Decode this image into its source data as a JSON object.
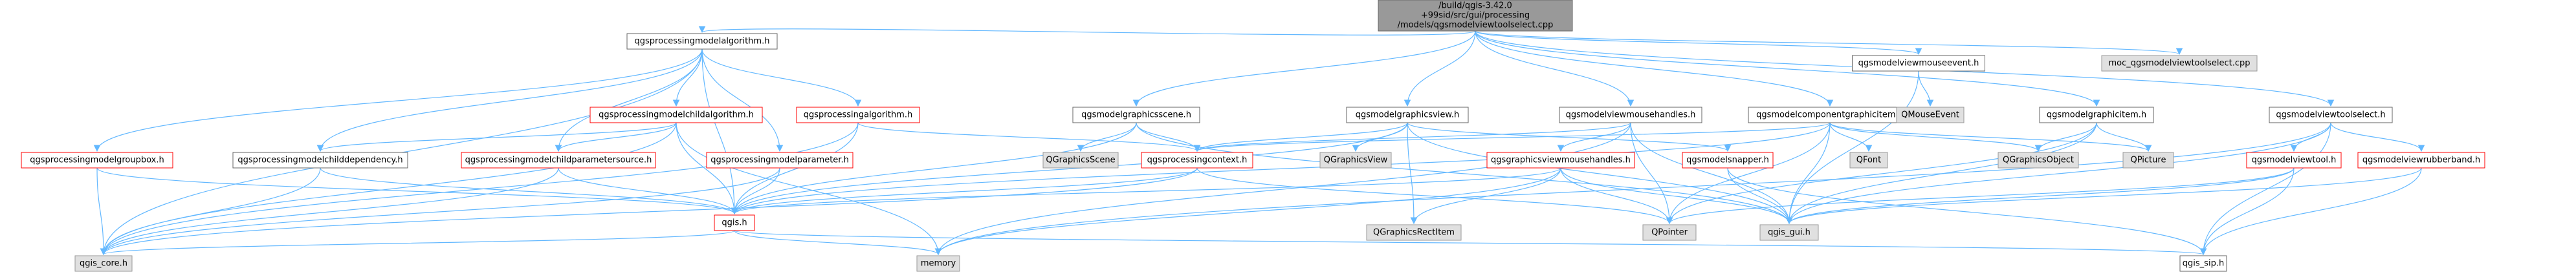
{
  "colors": {
    "edge": "#63b8ff",
    "root_fill": "#999999",
    "normal_fill": "#ffffff",
    "external_fill": "#e0e0e0",
    "normal_stroke": "#666666",
    "red_stroke": "#ff0000",
    "external_stroke": "#999999"
  },
  "nodes": [
    {
      "id": "root",
      "kind": "root",
      "lines": [
        "/build/qgis-3.42.0",
        "+99sid/src/gui/processing",
        "/models/qgsmodelviewtoolselect.cpp"
      ]
    },
    {
      "id": "algo",
      "kind": "normal",
      "lines": [
        "qgsprocessingmodelalgorithm.h"
      ]
    },
    {
      "id": "gscene",
      "kind": "normal",
      "lines": [
        "qgsmodelgraphicsscene.h"
      ]
    },
    {
      "id": "gview",
      "kind": "normal",
      "lines": [
        "qgsmodelgraphicsview.h"
      ]
    },
    {
      "id": "mhandles",
      "kind": "normal",
      "lines": [
        "qgsmodelviewmousehandles.h"
      ]
    },
    {
      "id": "compitem",
      "kind": "normal",
      "lines": [
        "qgsmodelcomponentgraphicitem.h"
      ]
    },
    {
      "id": "mevent",
      "kind": "normal",
      "lines": [
        "qgsmodelviewmouseevent.h"
      ]
    },
    {
      "id": "gitem",
      "kind": "normal",
      "lines": [
        "qgsmodelgraphicitem.h"
      ]
    },
    {
      "id": "mocfile",
      "kind": "external",
      "lines": [
        "moc_qgsmodelviewtoolselect.cpp"
      ]
    },
    {
      "id": "toolselect",
      "kind": "normal",
      "lines": [
        "qgsmodelviewtoolselect.h"
      ]
    },
    {
      "id": "childalgo",
      "kind": "red",
      "lines": [
        "qgsprocessingmodelchildalgorithm.h"
      ]
    },
    {
      "id": "procalgo",
      "kind": "red",
      "lines": [
        "qgsprocessingalgorithm.h"
      ]
    },
    {
      "id": "groupbox",
      "kind": "red",
      "lines": [
        "qgsprocessingmodelgroupbox.h"
      ]
    },
    {
      "id": "childdep",
      "kind": "normal",
      "lines": [
        "qgsprocessingmodelchilddependency.h"
      ]
    },
    {
      "id": "childparam",
      "kind": "red",
      "lines": [
        "qgsprocessingmodelchildparametersource.h"
      ]
    },
    {
      "id": "modelparam",
      "kind": "red",
      "lines": [
        "qgsprocessingmodelparameter.h"
      ]
    },
    {
      "id": "qgsceneQ",
      "kind": "external",
      "lines": [
        "QGraphicsScene"
      ]
    },
    {
      "id": "proccontext",
      "kind": "red",
      "lines": [
        "qgsprocessingcontext.h"
      ]
    },
    {
      "id": "qgview",
      "kind": "external",
      "lines": [
        "QGraphicsView"
      ]
    },
    {
      "id": "gvmhandles",
      "kind": "red",
      "lines": [
        "qgsgraphicsviewmousehandles.h"
      ]
    },
    {
      "id": "snapper",
      "kind": "red",
      "lines": [
        "qgsmodelsnapper.h"
      ]
    },
    {
      "id": "qfont",
      "kind": "external",
      "lines": [
        "QFont"
      ]
    },
    {
      "id": "qmouseevent",
      "kind": "external",
      "lines": [
        "QMouseEvent"
      ]
    },
    {
      "id": "qgobject",
      "kind": "external",
      "lines": [
        "QGraphicsObject"
      ]
    },
    {
      "id": "qpicture",
      "kind": "external",
      "lines": [
        "QPicture"
      ]
    },
    {
      "id": "viewtool",
      "kind": "red",
      "lines": [
        "qgsmodelviewtool.h"
      ]
    },
    {
      "id": "rubber",
      "kind": "red",
      "lines": [
        "qgsmodelviewrubberband.h"
      ]
    },
    {
      "id": "qgis",
      "kind": "red",
      "lines": [
        "qgis.h"
      ]
    },
    {
      "id": "qgrect",
      "kind": "external",
      "lines": [
        "QGraphicsRectItem"
      ]
    },
    {
      "id": "qpointer",
      "kind": "external",
      "lines": [
        "QPointer"
      ]
    },
    {
      "id": "qgisgui",
      "kind": "external",
      "lines": [
        "qgis_gui.h"
      ]
    },
    {
      "id": "qgiscore",
      "kind": "external",
      "lines": [
        "qgis_core.h"
      ]
    },
    {
      "id": "memory",
      "kind": "external",
      "lines": [
        "memory"
      ]
    },
    {
      "id": "qgissip",
      "kind": "normal",
      "lines": [
        "qgis_sip.h"
      ]
    }
  ],
  "edges": [
    [
      "root",
      "algo"
    ],
    [
      "root",
      "gscene"
    ],
    [
      "root",
      "gview"
    ],
    [
      "root",
      "mhandles"
    ],
    [
      "root",
      "compitem"
    ],
    [
      "root",
      "mevent"
    ],
    [
      "root",
      "gitem"
    ],
    [
      "root",
      "mocfile"
    ],
    [
      "root",
      "toolselect"
    ],
    [
      "algo",
      "childalgo"
    ],
    [
      "algo",
      "procalgo"
    ],
    [
      "algo",
      "groupbox"
    ],
    [
      "algo",
      "childdep"
    ],
    [
      "algo",
      "childparam"
    ],
    [
      "algo",
      "modelparam"
    ],
    [
      "algo",
      "qgis"
    ],
    [
      "algo",
      "qgiscore"
    ],
    [
      "childalgo",
      "childdep"
    ],
    [
      "childalgo",
      "childparam"
    ],
    [
      "childalgo",
      "qgis"
    ],
    [
      "childalgo",
      "qgiscore"
    ],
    [
      "childalgo",
      "memory"
    ],
    [
      "procalgo",
      "proccontext"
    ],
    [
      "procalgo",
      "qgis"
    ],
    [
      "procalgo",
      "qgiscore"
    ],
    [
      "groupbox",
      "qgis"
    ],
    [
      "groupbox",
      "qgiscore"
    ],
    [
      "childdep",
      "qgis"
    ],
    [
      "childdep",
      "qgiscore"
    ],
    [
      "childparam",
      "qgis"
    ],
    [
      "childparam",
      "qgiscore"
    ],
    [
      "modelparam",
      "qgis"
    ],
    [
      "modelparam",
      "qgiscore"
    ],
    [
      "gscene",
      "qgsceneQ"
    ],
    [
      "gscene",
      "proccontext"
    ],
    [
      "gscene",
      "qgis"
    ],
    [
      "gscene",
      "qgisgui"
    ],
    [
      "gview",
      "qgview"
    ],
    [
      "gview",
      "qgrect"
    ],
    [
      "gview",
      "snapper"
    ],
    [
      "gview",
      "proccontext"
    ],
    [
      "gview",
      "qgis"
    ],
    [
      "gview",
      "qgisgui"
    ],
    [
      "mhandles",
      "gvmhandles"
    ],
    [
      "mhandles",
      "qpointer"
    ],
    [
      "mhandles",
      "memory"
    ],
    [
      "mhandles",
      "qgisgui"
    ],
    [
      "mhandles",
      "proccontext"
    ],
    [
      "compitem",
      "qfont"
    ],
    [
      "compitem",
      "qpicture"
    ],
    [
      "compitem",
      "qgobject"
    ],
    [
      "compitem",
      "qpointer"
    ],
    [
      "compitem",
      "qgisgui"
    ],
    [
      "compitem",
      "proccontext"
    ],
    [
      "compitem",
      "qgis"
    ],
    [
      "mevent",
      "qmouseevent"
    ],
    [
      "mevent",
      "qgisgui"
    ],
    [
      "gitem",
      "qgobject"
    ],
    [
      "gitem",
      "qpicture"
    ],
    [
      "gitem",
      "qgisgui"
    ],
    [
      "gitem",
      "qpointer"
    ],
    [
      "toolselect",
      "viewtool"
    ],
    [
      "toolselect",
      "rubber"
    ],
    [
      "toolselect",
      "qgisgui"
    ],
    [
      "toolselect",
      "qgissip"
    ],
    [
      "toolselect",
      "memory"
    ],
    [
      "viewtool",
      "qpointer"
    ],
    [
      "viewtool",
      "qgisgui"
    ],
    [
      "viewtool",
      "qgissip"
    ],
    [
      "rubber",
      "qgisgui"
    ],
    [
      "rubber",
      "qgissip"
    ],
    [
      "proccontext",
      "qgis"
    ],
    [
      "proccontext",
      "qgiscore"
    ],
    [
      "proccontext",
      "qpointer"
    ],
    [
      "gvmhandles",
      "qgrect"
    ],
    [
      "gvmhandles",
      "qpointer"
    ],
    [
      "gvmhandles",
      "memory"
    ],
    [
      "gvmhandles",
      "qgisgui"
    ],
    [
      "gvmhandles",
      "qgis"
    ],
    [
      "snapper",
      "qgisgui"
    ],
    [
      "snapper",
      "qgissip"
    ],
    [
      "qgis",
      "qgiscore"
    ],
    [
      "qgis",
      "memory"
    ],
    [
      "qgis",
      "qgissip"
    ]
  ]
}
